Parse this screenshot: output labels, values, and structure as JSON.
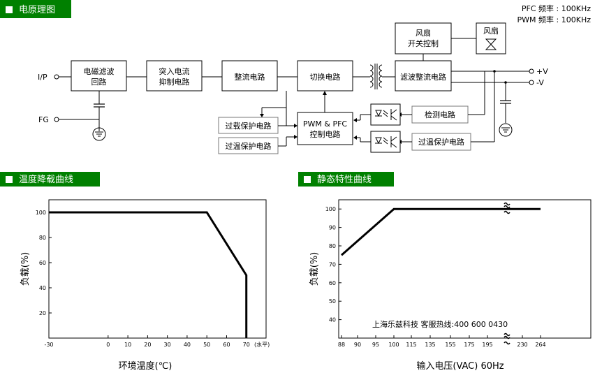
{
  "headers": {
    "schematic": "电原理图",
    "derating": "温度降载曲线",
    "static": "静态特性曲线"
  },
  "freq": {
    "pfc": "PFC 频率 : 100KHz",
    "pwm": "PWM 频率 : 100KHz"
  },
  "diagram": {
    "ip": "I/P",
    "fg": "FG",
    "emi_1": "电磁滤波",
    "emi_2": "回路",
    "inrush_1": "突入电流",
    "inrush_2": "抑制电路",
    "rect": "整流电路",
    "switch": "切换电路",
    "outrect": "滤波整流电路",
    "fan_1": "风扇",
    "fan_2": "开关控制",
    "fan_icon_label": "风扇",
    "plus_v": "+V",
    "minus_v": "-V",
    "ctrl_1": "PWM & PFC",
    "ctrl_2": "控制电路",
    "detect": "检测电路",
    "olp": "过载保护电路",
    "otp_left": "过温保护电路",
    "otp_right": "过温保护电路"
  },
  "derating_chart": {
    "ylabel": "负载(%)",
    "xlabel": "环境温度(℃)",
    "x_unit": "(水平)"
  },
  "static_chart": {
    "ylabel": "负载(%)",
    "xlabel": "输入电压(VAC) 60Hz",
    "watermark": "上海乐兹科技 客服热线:400 600 0430"
  },
  "chart_data": [
    {
      "type": "line",
      "title": "温度降载曲线",
      "xlabel": "环境温度(℃)",
      "ylabel": "负载(%)",
      "x_ticks": [
        "-30",
        "0",
        "10",
        "20",
        "30",
        "40",
        "50",
        "60",
        "70"
      ],
      "y_ticks": [
        "20",
        "40",
        "60",
        "80",
        "100"
      ],
      "xlim": [
        -30,
        80
      ],
      "ylim": [
        0,
        110
      ],
      "series": [
        {
          "x": [
            -30,
            50,
            70,
            70
          ],
          "y": [
            100,
            100,
            50,
            0
          ]
        }
      ]
    },
    {
      "type": "line",
      "title": "静态特性曲线",
      "xlabel": "输入电压(VAC) 60Hz",
      "ylabel": "负载(%)",
      "x_ticks": [
        "88",
        "90",
        "95",
        "100",
        "115",
        "135",
        "155",
        "175",
        "195",
        "230",
        "264"
      ],
      "y_ticks": [
        "40",
        "50",
        "60",
        "70",
        "80",
        "90",
        "100"
      ],
      "ylim": [
        30,
        105
      ],
      "axis_break": "between 195 and 230",
      "series": [
        {
          "x": [
            88,
            100,
            264
          ],
          "y": [
            75,
            100,
            100
          ]
        }
      ]
    }
  ]
}
